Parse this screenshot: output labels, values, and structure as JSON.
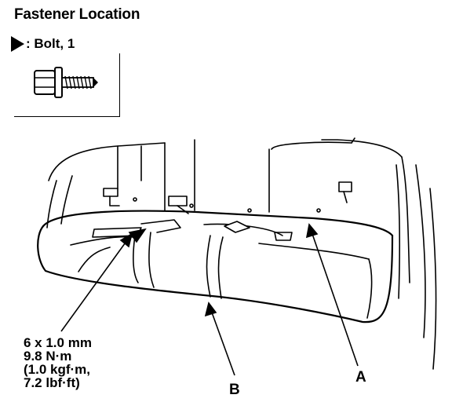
{
  "title": "Fastener Location",
  "legend": {
    "symbol": "triangle-marker-icon",
    "text": ": Bolt, 1"
  },
  "bolt_icon": "flange-bolt-icon",
  "spec": {
    "size": "6 x 1.0 mm",
    "torque_nm": "9.8 N·m",
    "torque_kgf": "(1.0 kgf·m,",
    "torque_lbf": "7.2 lbf·ft)"
  },
  "callouts": {
    "a": "A",
    "b": "B"
  }
}
